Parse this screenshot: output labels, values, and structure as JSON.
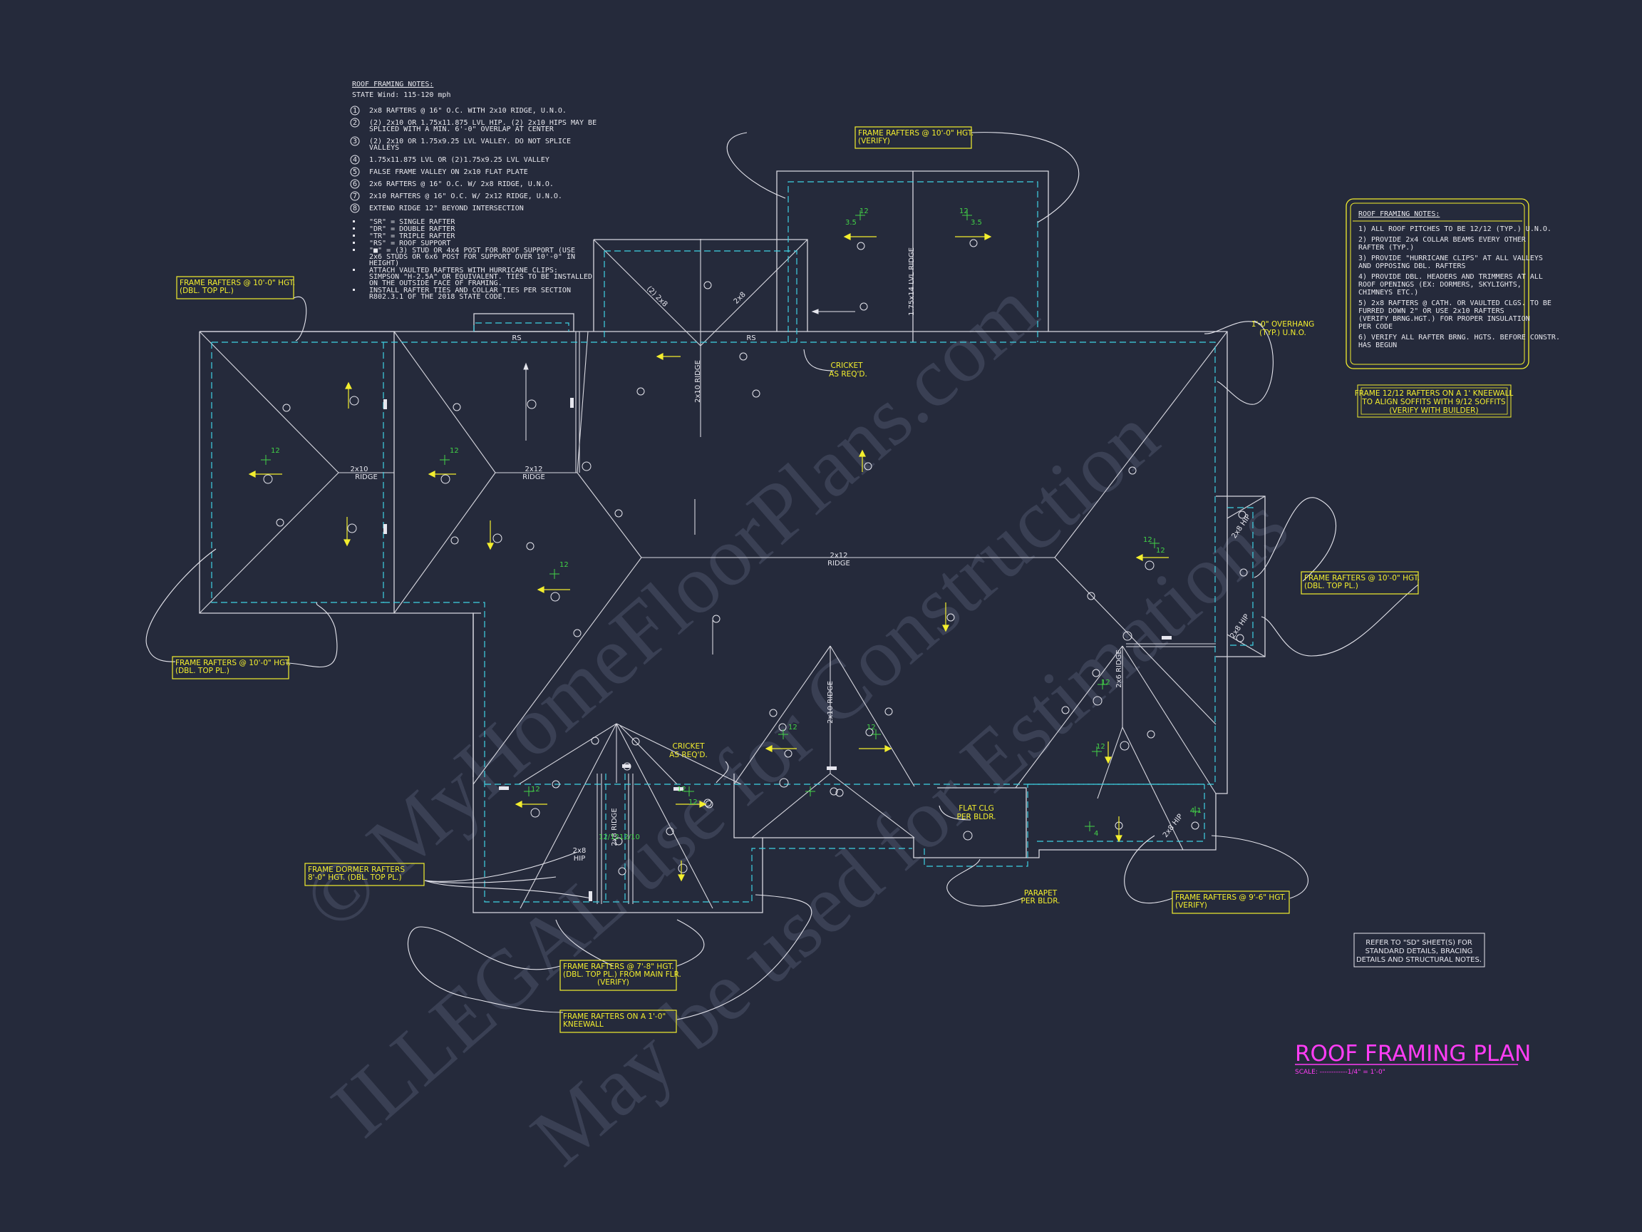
{
  "watermark": {
    "line1": "© MyHomeFloorPlans.com",
    "line2": "ILLEGAL use for Construction",
    "line3": "May be used for Estimations"
  },
  "left_notes": {
    "title": "ROOF FRAMING NOTES:",
    "subtitle": "STATE Wind: 115-120 mph",
    "items": [
      {
        "num": "1",
        "lines": [
          "2x8 RAFTERS @ 16\" O.C. WITH 2x10 RIDGE, U.N.O."
        ]
      },
      {
        "num": "2",
        "lines": [
          "(2) 2x10 OR 1.75x11.875 LVL HIP. (2) 2x10 HIPS MAY BE",
          "SPLICED WITH A MIN. 6'-0\" OVERLAP AT CENTER"
        ]
      },
      {
        "num": "3",
        "lines": [
          "(2) 2x10 OR 1.75x9.25 LVL VALLEY. DO NOT SPLICE",
          "VALLEYS"
        ]
      },
      {
        "num": "4",
        "lines": [
          "1.75x11.875 LVL OR (2)1.75x9.25 LVL VALLEY"
        ]
      },
      {
        "num": "5",
        "lines": [
          "FALSE FRAME VALLEY ON 2x10 FLAT PLATE"
        ]
      },
      {
        "num": "6",
        "lines": [
          "2x6 RAFTERS @ 16\" O.C. W/ 2x8 RIDGE, U.N.O."
        ]
      },
      {
        "num": "7",
        "lines": [
          "2x10 RAFTERS @ 16\" O.C. W/ 2x12 RIDGE, U.N.O."
        ]
      },
      {
        "num": "8",
        "lines": [
          "EXTEND RIDGE 12\" BEYOND INTERSECTION"
        ]
      }
    ],
    "bullets": [
      [
        "\"SR\" = SINGLE RAFTER"
      ],
      [
        "\"DR\" = DOUBLE RAFTER"
      ],
      [
        "\"TR\" = TRIPLE RAFTER"
      ],
      [
        "\"RS\" = ROOF SUPPORT"
      ],
      [
        "\"■\" = (3) STUD OR 4x4 POST FOR ROOF SUPPORT (USE",
        "2x6 STUDS OR 6x6 POST FOR SUPPORT OVER 10'-0\" IN",
        "HEIGHT)"
      ],
      [
        "ATTACH VAULTED RAFTERS WITH HURRICANE CLIPS:",
        "SIMPSON \"H-2.5A\" OR EQUIVALENT. TIES TO BE INSTALLED",
        "ON THE OUTSIDE FACE OF FRAMING."
      ],
      [
        "INSTALL RAFTER TIES AND COLLAR TIES PER SECTION",
        "R802.3.1 OF THE 2018 STATE CODE."
      ]
    ]
  },
  "right_notes": {
    "title": "ROOF FRAMING NOTES:",
    "items": [
      [
        "1) ALL ROOF PITCHES TO BE 12/12 (TYP.) U.N.O."
      ],
      [
        "2) PROVIDE 2x4 COLLAR BEAMS EVERY OTHER",
        "   RAFTER (TYP.)"
      ],
      [
        "3) PROVIDE \"HURRICANE CLIPS\" AT ALL VALLEYS",
        "   AND OPPOSING DBL. RAFTERS"
      ],
      [
        "4) PROVIDE DBL. HEADERS AND TRIMMERS AT ALL",
        "   ROOF OPENINGS (EX: DORMERS, SKYLIGHTS,",
        "   CHIMNEYS ETC.)"
      ],
      [
        "5) 2x8 RAFTERS @ CATH. OR VAULTED CLGS. TO BE",
        "   FURRED DOWN 2\" OR USE 2x10 RAFTERS",
        "   (VERIFY BRNG.HGT.) FOR PROPER INSULATION",
        "   PER CODE"
      ],
      [
        "6) VERIFY ALL RAFTER BRNG. HGTS. BEFORE CONSTR.",
        "   HAS BEGUN"
      ]
    ]
  },
  "kneewall_note": [
    "FRAME 12/12 RAFTERS ON A 1' KNEEWALL",
    "TO ALIGN SOFFITS WITH 9/12 SOFFITS",
    "(VERIFY WITH BUILDER)"
  ],
  "callouts": {
    "top_center": [
      "FRAME RAFTERS @ 10'-0\" HGT.",
      "(VERIFY)"
    ],
    "left_top": [
      "FRAME RAFTERS @ 10'-0\" HGT.",
      "(DBL. TOP PL.)"
    ],
    "left_bottom": [
      "FRAME RAFTERS @ 10'-0\" HGT.",
      "(DBL. TOP PL.)"
    ],
    "right_mid": [
      "FRAME RAFTERS @ 10'-0\" HGT.",
      "(DBL. TOP PL.)"
    ],
    "right_bottom": [
      "FRAME RAFTERS @ 9'-6\" HGT.",
      "(VERIFY)"
    ],
    "dormer": [
      "FRAME DORMER RAFTERS",
      "8'-0\" HGT. (DBL. TOP PL.)"
    ],
    "bottom_1": [
      "FRAME RAFTERS @ 7'-8\" HGT.",
      "(DBL. TOP PL.) FROM MAIN FLR.",
      "(VERIFY)"
    ],
    "bottom_2": [
      "FRAME RAFTERS ON A 1'-0\"",
      "KNEEWALL"
    ]
  },
  "plan_labels": {
    "cricket_top": [
      "CRICKET",
      "AS REQ'D."
    ],
    "cricket_bottom": [
      "CRICKET",
      "AS REQ'D."
    ],
    "overhang": [
      "1'-0\" OVERHANG",
      "(TYP.) U.N.O."
    ],
    "flat_clg": [
      "FLAT CLG",
      "PER BLDR."
    ],
    "parapet": [
      "PARAPET",
      "PER BLDR."
    ],
    "ridge_2x10": [
      "2x10",
      "RIDGE"
    ],
    "ridge_2x12_left": [
      "2x12",
      "RIDGE"
    ],
    "ridge_2x12_center": [
      "2x12",
      "RIDGE"
    ],
    "ridge_2x10_vertical": "2x10 RIDGE",
    "ridge_lvl_vertical": "1.75x14 LVL RIDGE",
    "ridge_2x10_bottom_vertical": "2x10 RIDGE",
    "ridge_2x6_vertical": "2x6 RIDGE",
    "ridge_2x8_vertical": "2x8 RIDGE",
    "rs": "RS",
    "hip_2x8": "2x8 HIP",
    "hip_2x8_split": [
      "2x8",
      "HIP"
    ],
    "pitch": "12",
    "pitch_35": "3.5",
    "pitch_4": "4",
    "pitch_4_1": "4.1",
    "pitch_12_12": "12/12",
    "pitch_12_10": "12/10",
    "diag_2x8": "(2) 2x8",
    "diag_2x8b": "2x8"
  },
  "refer_note": [
    "REFER TO \"SD\" SHEET(S) FOR",
    "STANDARD DETAILS, BRACING",
    "DETAILS AND STRUCTURAL NOTES."
  ],
  "title_block": {
    "title": "ROOF FRAMING PLAN",
    "scale": "SCALE: ------------1/4\" = 1'-0\""
  },
  "colors": {
    "background": "#252a3b",
    "line": "#d8d8e0",
    "dashed_cyan": "#3fd2e4",
    "callout_yellow": "#f3ee2e",
    "pitch_green": "#42d247",
    "title_magenta": "#ff3df5",
    "watermark": "#3a4054"
  }
}
